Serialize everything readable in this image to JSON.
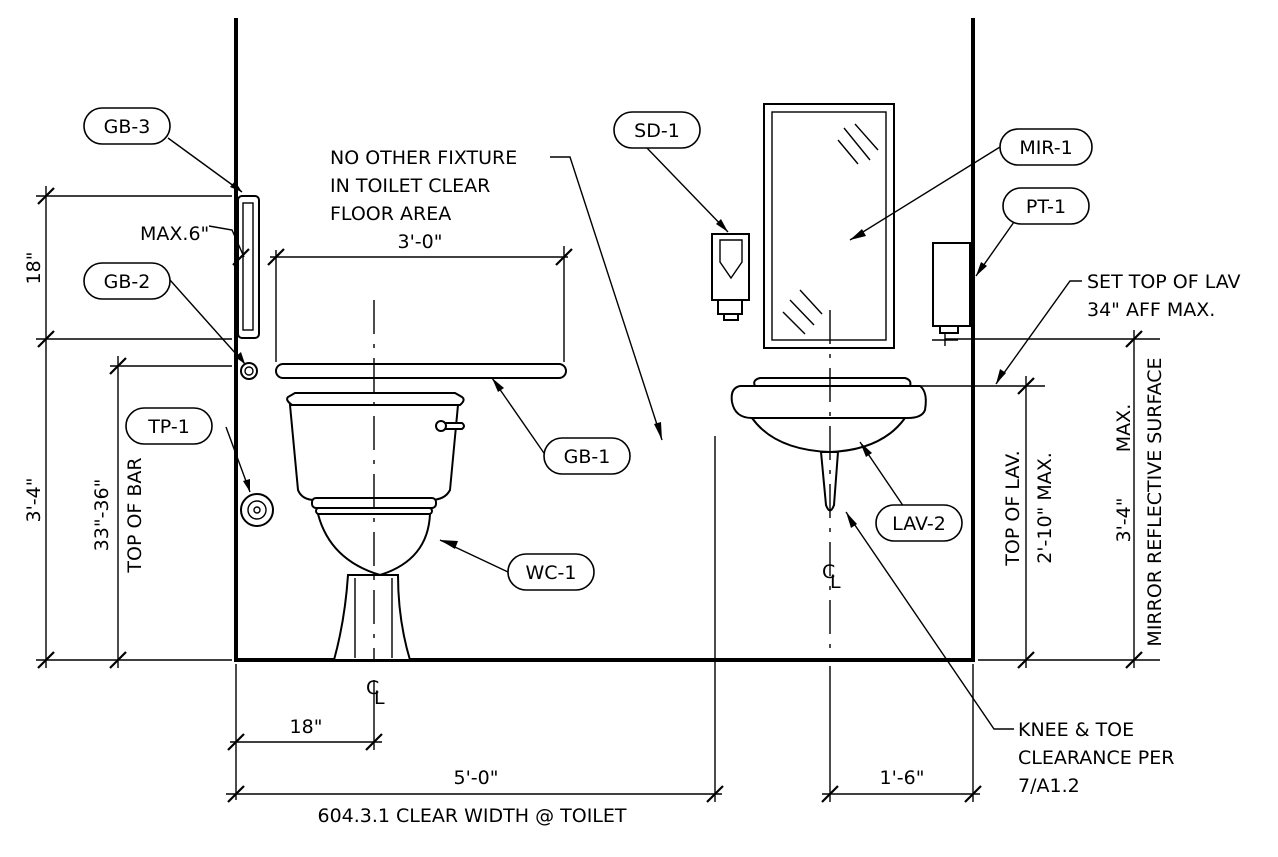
{
  "tags": {
    "gb3": "GB-3",
    "gb2": "GB-2",
    "gb1": "GB-1",
    "tp1": "TP-1",
    "wc1": "WC-1",
    "sd1": "SD-1",
    "mir1": "MIR-1",
    "pt1": "PT-1",
    "lav2": "LAV-2"
  },
  "notes": {
    "no_fixture": [
      "NO OTHER FIXTURE",
      "IN TOILET CLEAR",
      "FLOOR AREA"
    ],
    "set_top_lav": [
      "SET TOP OF LAV",
      "34\" AFF MAX."
    ],
    "knee_toe": [
      "KNEE & TOE",
      "CLEARANCE PER",
      "7/A1.2"
    ],
    "clear_width": "604.3.1 CLEAR WIDTH @ TOILET"
  },
  "dimensions": {
    "max_6": "MAX.6\"",
    "bar_3_0": "3'-0\"",
    "dim_18_vertical": "18\"",
    "dim_3_4_left": "3'-4\"",
    "dim_33_36": "33\"-36\"",
    "top_of_bar": "TOP OF BAR",
    "dim_18_bottom": "18\"",
    "dim_5_0": "5'-0\"",
    "dim_1_6": "1'-6\"",
    "top_of_lav": "TOP OF LAV.",
    "dim_2_10": "2'-10\" MAX.",
    "dim_3_4_right": "3'-4\"",
    "max": "MAX.",
    "mirror_reflective": "MIRROR REFLECTIVE SURFACE"
  },
  "centerline": {
    "c": "C",
    "l": "L"
  }
}
